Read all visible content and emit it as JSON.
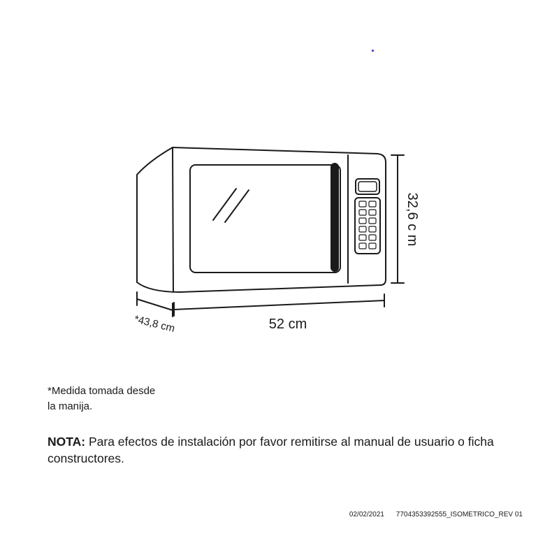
{
  "dimensions": {
    "width": "52 cm",
    "height": "32,6 c m",
    "depth": "*43,8 cm"
  },
  "footnote": {
    "line1": "*Medida tomada desde",
    "line2": "la manija."
  },
  "note": {
    "label": "NOTA:",
    "text": " Para efectos de instalación por favor remitirse al manual de usuario o ficha constructores."
  },
  "footer": {
    "date": "02/02/2021",
    "code": "7704353392555_ISOMETRICO_REV 01"
  },
  "colors": {
    "line": "#1a1a1a",
    "dot": "#2b2bd0"
  }
}
